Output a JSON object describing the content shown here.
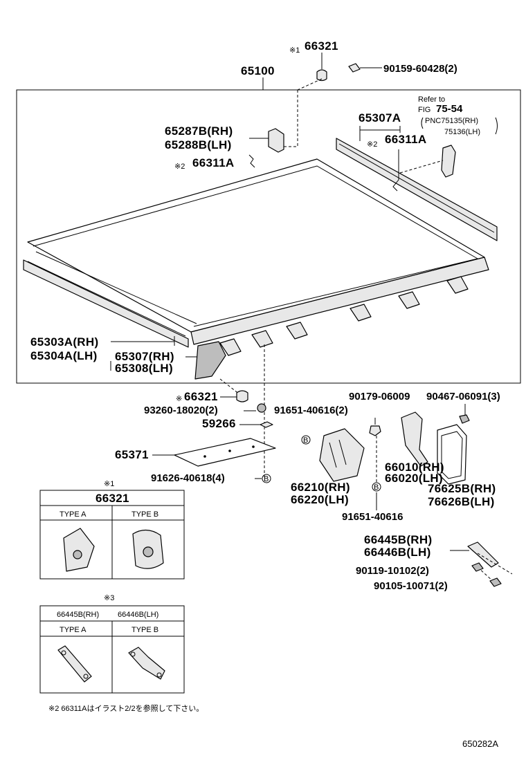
{
  "diagram": {
    "part_labels": {
      "p66321_top": "66321",
      "p65100": "65100",
      "p90159": "90159-60428(2)",
      "refer_l1": "Refer to",
      "refer_l2": "FIG",
      "refer_fig": "75-54",
      "pnc_l1": "PNC75135(RH)",
      "pnc_l2": "75136(LH)",
      "p65307A": "65307A",
      "p66311A_r": "66311A",
      "p65287B": "65287B(RH)",
      "p65288B": "65288B(LH)",
      "p66311A_l": "66311A",
      "p65303A": "65303A(RH)",
      "p65304A": "65304A(LH)",
      "p65307": "65307(RH)",
      "p65308": "65308(LH)",
      "p66321_mid": "66321",
      "p93260": "93260-18020(2)",
      "p59266": "59266",
      "p65371": "65371",
      "p91626": "91626-40618(4)",
      "p90179": "90179-06009",
      "p90467": "90467-06091(3)",
      "p91651_a": "91651-40616(2)",
      "p66010": "66010(RH)",
      "p66020": "66020(LH)",
      "p76625B": "76625B(RH)",
      "p76626B": "76626B(LH)",
      "p66210": "66210(RH)",
      "p66220": "66220(LH)",
      "p91651_b": "91651-40616",
      "p66445B": "66445B(RH)",
      "p66446B": "66446B(LH)",
      "p90119": "90119-10102(2)",
      "p90105": "90105-10071(2)"
    },
    "marks": {
      "ref1": "※1",
      "ref2": "※2",
      "ref3": "※3",
      "bolt_b": "B"
    },
    "inset1": {
      "mark": "※1",
      "title": "66321",
      "type_a": "TYPE A",
      "type_b": "TYPE B"
    },
    "inset3": {
      "mark": "※3",
      "title_rh": "66445B(RH)",
      "title_lh": "66446B(LH)",
      "type_a": "TYPE A",
      "type_b": "TYPE B"
    },
    "footnote": "※2  66311Aはイラスト2/2を参照して下さい。",
    "figure_id": "650282A"
  }
}
